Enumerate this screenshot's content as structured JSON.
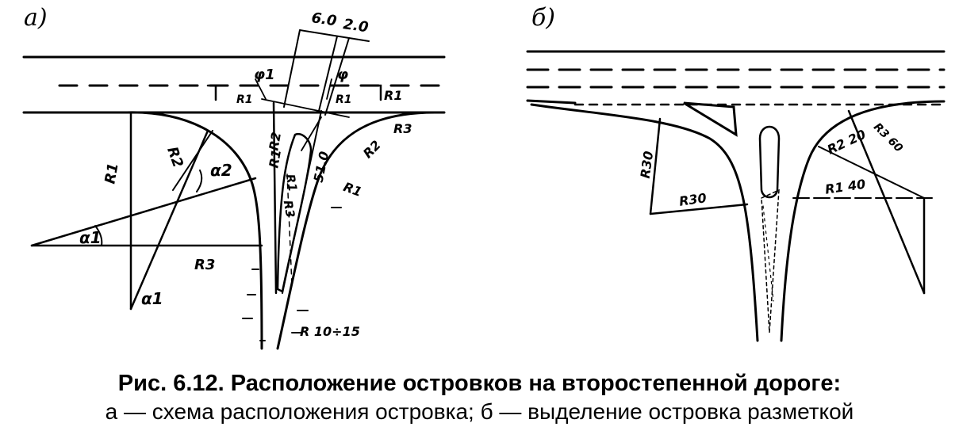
{
  "panels": {
    "a": {
      "letter": "а)",
      "labels": {
        "r1_left": "R1",
        "r2_left": "R2",
        "alpha2": "α2",
        "alpha1_left": "α1",
        "alpha1_bottom": "α1",
        "r3_bottom": "R3",
        "r1_top_a": "R1",
        "r1_top_b": "R1",
        "r1_box": "R1",
        "phi1": "φ1",
        "phi": "φ",
        "dim_6": "6.0",
        "dim_2": "2.0",
        "r2_island": "R2",
        "r1_island": "R1",
        "r1_inner": "R1",
        "r3_inner": "R3",
        "dim_51": "51.0",
        "r2_right": "R2",
        "r3_right": "R3",
        "r1_right": "R1",
        "r_10_15": "R 10÷15"
      }
    },
    "b": {
      "letter": "б)",
      "labels": {
        "r30_vert": "R30",
        "r30_horiz": "R30",
        "r2_20": "R2 20",
        "r1_40": "R1 40",
        "r3_60": "R3 60"
      }
    }
  },
  "caption": {
    "title": "Рис. 6.12. Расположение островков на второстепенной дороге:",
    "subtitle": "а — схема расположения островка; б — выделение островка разметкой"
  }
}
